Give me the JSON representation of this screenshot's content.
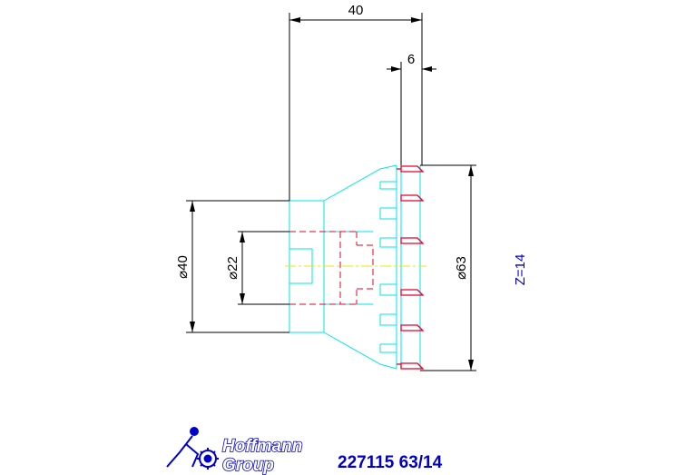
{
  "dimensions": {
    "overall_length": "40",
    "step_width": "6",
    "bore_dia": "⌀40",
    "pilot_dia": "⌀22",
    "outer_dia": "⌀63"
  },
  "tooth_count": "Z=14",
  "logo": {
    "line1": "Hoffmann",
    "line2": "Group"
  },
  "part_number": "227115 63/14",
  "colors": {
    "body": "#00e5ee",
    "teeth": "#e8002a",
    "centerline": "#e8e800",
    "dimension": "#000000",
    "label": "#0000cc"
  }
}
